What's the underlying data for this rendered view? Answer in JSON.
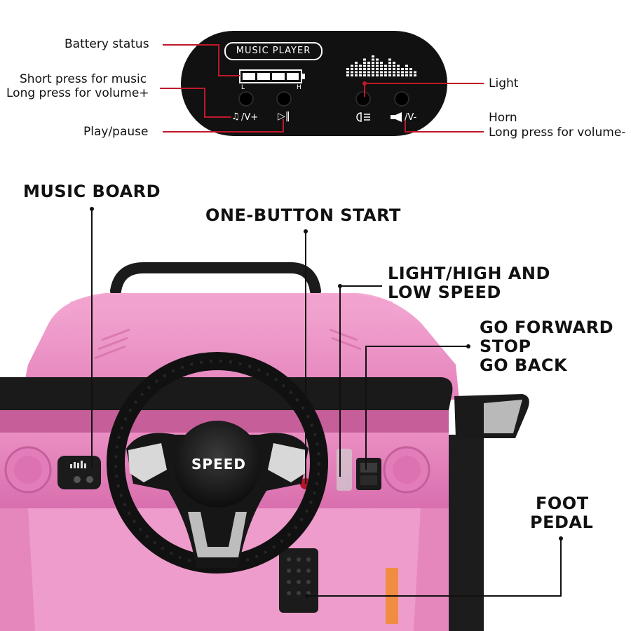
{
  "panel": {
    "title": "MUSIC PLAYER",
    "battery_low": "L",
    "battery_high": "H",
    "music_button_label": "/V+",
    "horn_button_label": "/V-"
  },
  "callouts_small": {
    "battery": "Battery status",
    "music_line1": "Short press for music",
    "music_line2": "Long press for volume+",
    "play": "Play/pause",
    "light": "Light",
    "horn_line1": "Horn",
    "horn_line2": "Long press for volume-"
  },
  "callouts_big": {
    "music_board": "MUSIC BOARD",
    "one_button": "ONE-BUTTON START",
    "light_speed_1": "LIGHT/HIGH AND",
    "light_speed_2": "LOW SPEED",
    "forward": "GO FORWARD",
    "stop": "STOP",
    "back": "GO BACK",
    "foot_1": "FOOT",
    "foot_2": "PEDAL"
  },
  "wheel": {
    "hub_text": "SPEED"
  },
  "colors": {
    "car_pink": "#e98ac1",
    "accent_red": "#c0182a",
    "panel": "#111111"
  }
}
